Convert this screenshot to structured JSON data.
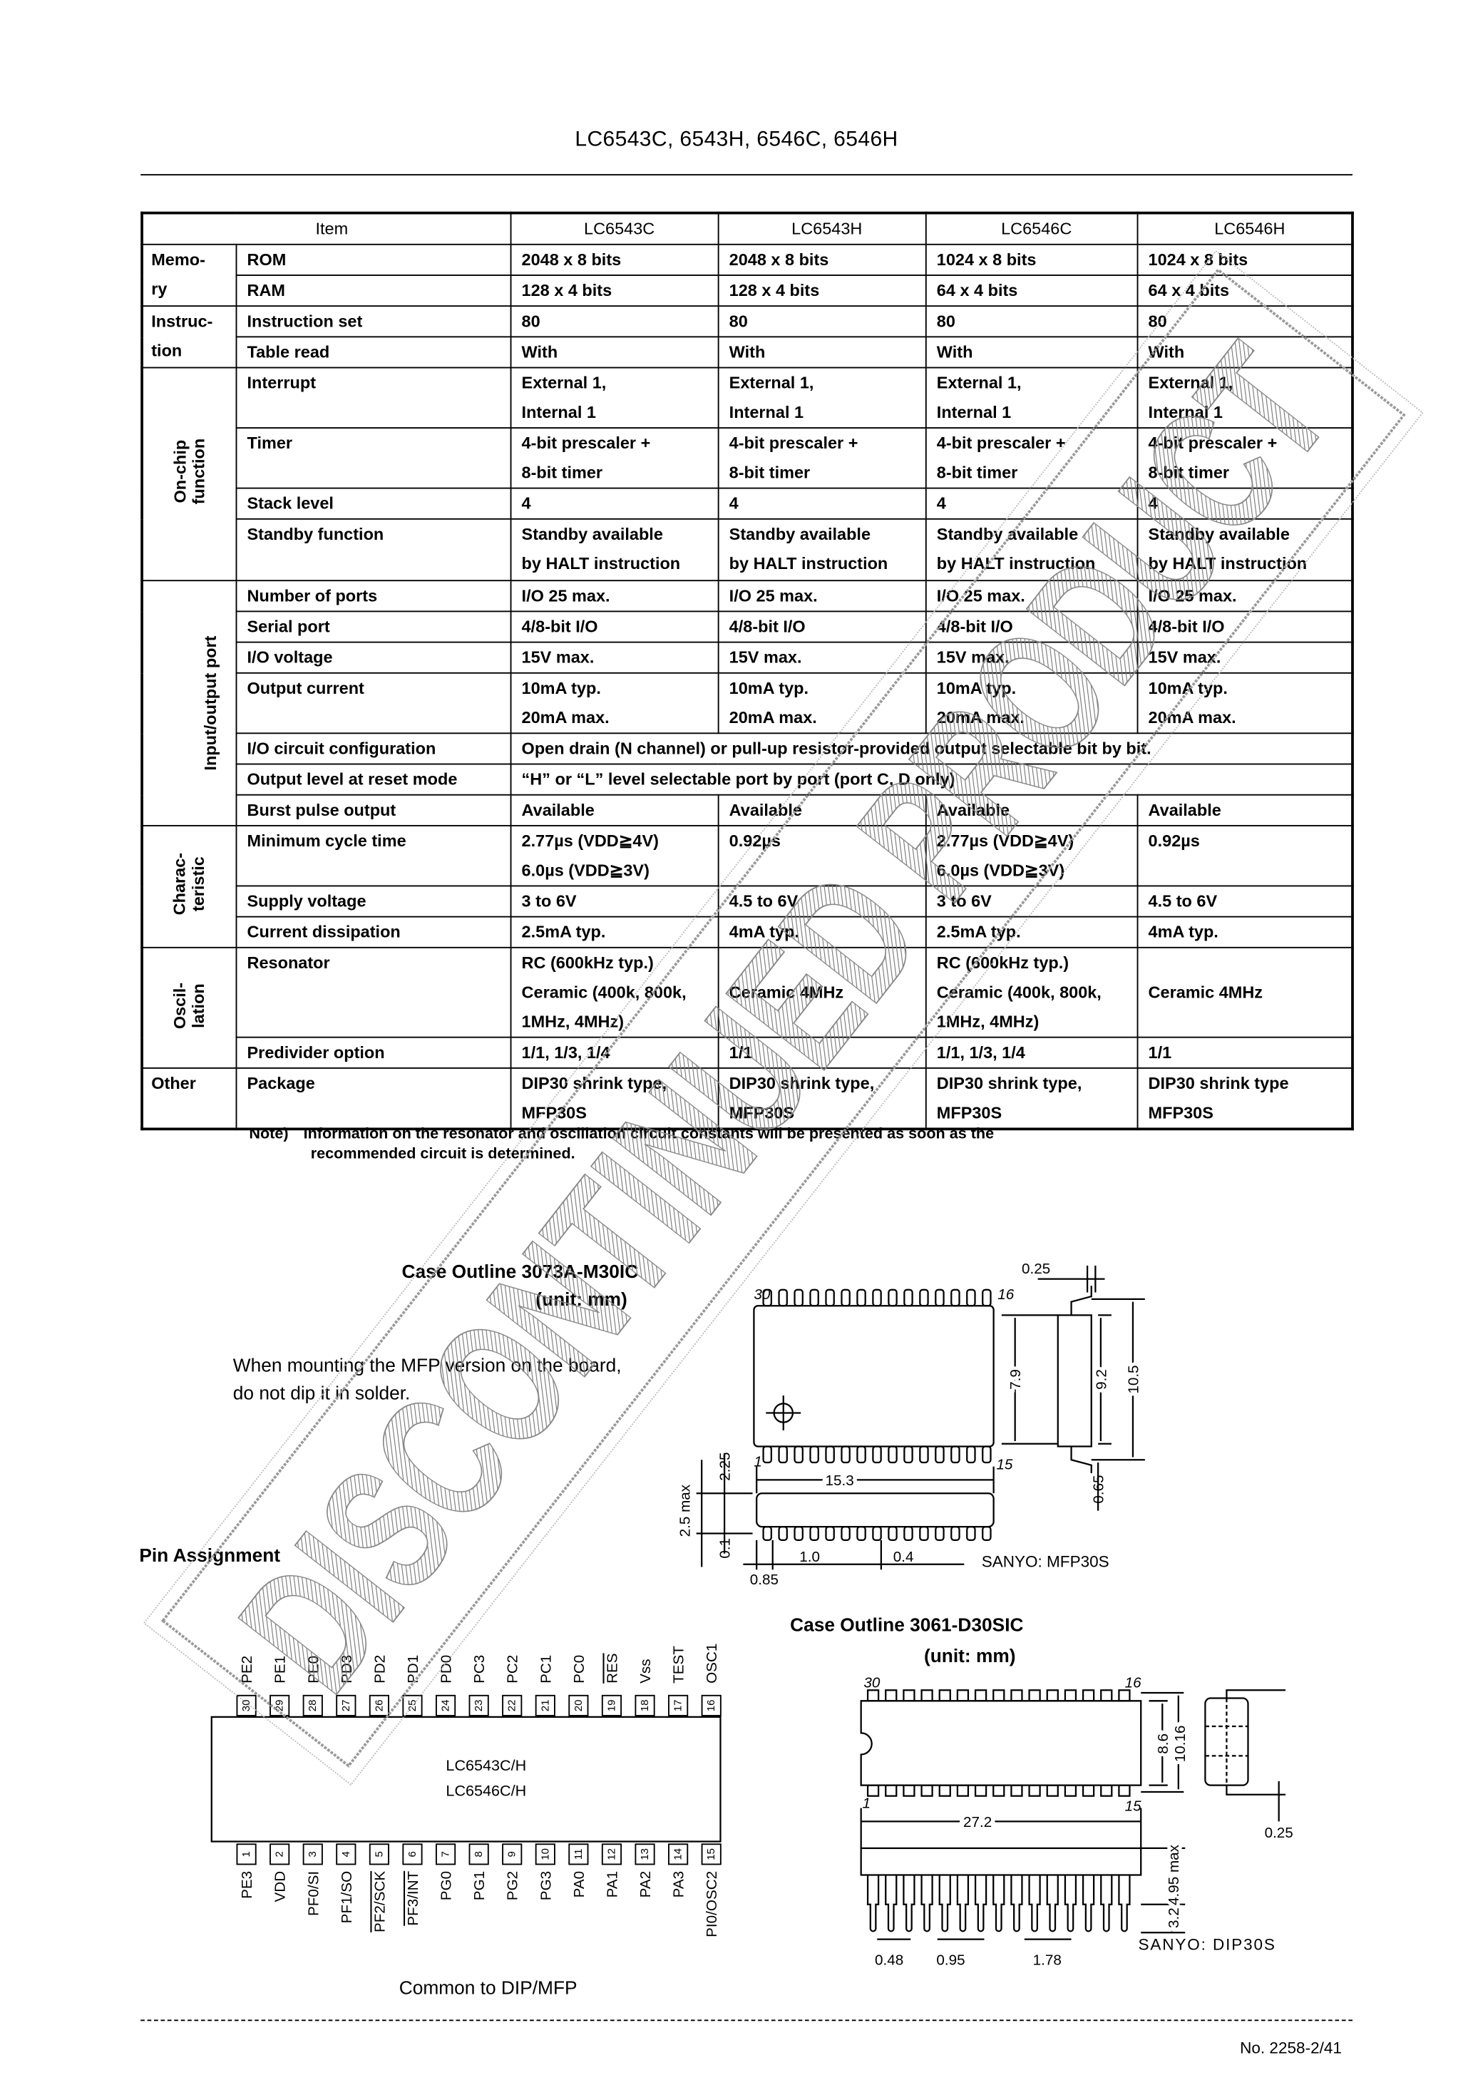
{
  "header": {
    "title": "LC6543C, 6543H, 6546C, 6546H"
  },
  "table": {
    "item_header": "Item",
    "models": [
      "LC6543C",
      "LC6543H",
      "LC6546C",
      "LC6546H"
    ],
    "groups": [
      {
        "label": [
          "Memo-",
          "ry"
        ],
        "orientation": "horizontal",
        "rows": [
          {
            "item": "ROM",
            "values": [
              [
                "2048 x 8 bits"
              ],
              [
                "2048 x 8 bits"
              ],
              [
                "1024 x 8 bits"
              ],
              [
                "1024 x 8 bits"
              ]
            ]
          },
          {
            "item": "RAM",
            "values": [
              [
                "128 x 4 bits"
              ],
              [
                "128 x 4 bits"
              ],
              [
                "64 x 4 bits"
              ],
              [
                "64 x 4 bits"
              ]
            ]
          }
        ]
      },
      {
        "label": [
          "Instruc-",
          "tion"
        ],
        "orientation": "horizontal",
        "rows": [
          {
            "item": "Instruction set",
            "values": [
              [
                "80"
              ],
              [
                "80"
              ],
              [
                "80"
              ],
              [
                "80"
              ]
            ]
          },
          {
            "item": "Table read",
            "values": [
              [
                "With"
              ],
              [
                "With"
              ],
              [
                "With"
              ],
              [
                "With"
              ]
            ]
          }
        ]
      },
      {
        "label": [
          "On-chip",
          "function"
        ],
        "orientation": "vertical",
        "rows": [
          {
            "item": "Interrupt",
            "values": [
              [
                "External 1,",
                "Internal 1"
              ],
              [
                "External 1,",
                "Internal 1"
              ],
              [
                "External 1,",
                "Internal 1"
              ],
              [
                "External 1,",
                "Internal 1"
              ]
            ]
          },
          {
            "item": "Timer",
            "values": [
              [
                "4-bit prescaler +",
                "8-bit timer"
              ],
              [
                "4-bit prescaler +",
                "8-bit timer"
              ],
              [
                "4-bit prescaler +",
                "8-bit timer"
              ],
              [
                "4-bit prescaler +",
                "8-bit timer"
              ]
            ]
          },
          {
            "item": "Stack level",
            "values": [
              [
                "4"
              ],
              [
                "4"
              ],
              [
                "4"
              ],
              [
                "4"
              ]
            ]
          },
          {
            "item": "Standby function",
            "values": [
              [
                "Standby available",
                "by HALT instruction"
              ],
              [
                "Standby available",
                "by HALT instruction"
              ],
              [
                "Standby available",
                "by HALT instruction"
              ],
              [
                "Standby available",
                "by HALT instruction"
              ]
            ]
          }
        ]
      },
      {
        "label": [
          "Input/output port"
        ],
        "orientation": "vertical",
        "rows": [
          {
            "item": "Number of ports",
            "values": [
              [
                "I/O 25 max."
              ],
              [
                "I/O 25 max."
              ],
              [
                "I/O 25 max."
              ],
              [
                "I/O 25 max."
              ]
            ]
          },
          {
            "item": "Serial port",
            "values": [
              [
                "4/8-bit I/O"
              ],
              [
                "4/8-bit I/O"
              ],
              [
                "4/8-bit I/O"
              ],
              [
                "4/8-bit I/O"
              ]
            ]
          },
          {
            "item": "I/O voltage",
            "values": [
              [
                "15V max."
              ],
              [
                "15V max."
              ],
              [
                "15V max."
              ],
              [
                "15V max."
              ]
            ]
          },
          {
            "item": "Output current",
            "values": [
              [
                "10mA typ.",
                "20mA max."
              ],
              [
                "10mA typ.",
                "20mA max."
              ],
              [
                "10mA typ.",
                "20mA max."
              ],
              [
                "10mA typ.",
                "20mA max."
              ]
            ]
          },
          {
            "item": "I/O circuit configuration",
            "span_value": "Open drain (N channel) or pull-up resistor-provided output selectable bit by bit."
          },
          {
            "item": "Output level at reset mode",
            "span_value": "“H” or “L” level selectable port by port (port C, D only)"
          },
          {
            "item": "Burst pulse output",
            "values": [
              [
                "Available"
              ],
              [
                "Available"
              ],
              [
                "Available"
              ],
              [
                "Available"
              ]
            ]
          }
        ]
      },
      {
        "label": [
          "Charac-",
          "teristic"
        ],
        "orientation": "vertical",
        "rows": [
          {
            "item": "Minimum cycle time",
            "values": [
              [
                "2.77µs (VDD≧4V)",
                "6.0µs  (VDD≧3V)"
              ],
              [
                "0.92µs"
              ],
              [
                "2.77µs (VDD≧4V)",
                "6.0µs  (VDD≧3V)"
              ],
              [
                "0.92µs"
              ]
            ]
          },
          {
            "item": "Supply voltage",
            "values": [
              [
                "3 to 6V"
              ],
              [
                "4.5 to 6V"
              ],
              [
                "3 to 6V"
              ],
              [
                "4.5 to 6V"
              ]
            ]
          },
          {
            "item": "Current dissipation",
            "values": [
              [
                "2.5mA typ."
              ],
              [
                "4mA typ."
              ],
              [
                "2.5mA typ."
              ],
              [
                "4mA typ."
              ]
            ]
          }
        ]
      },
      {
        "label": [
          "Oscil-",
          "lation"
        ],
        "orientation": "vertical",
        "rows": [
          {
            "item": "Resonator",
            "values": [
              [
                "RC (600kHz typ.)",
                "Ceramic (400k, 800k,",
                "1MHz, 4MHz)"
              ],
              [
                "Ceramic 4MHz"
              ],
              [
                "RC (600kHz typ.)",
                "Ceramic (400k, 800k,",
                "1MHz, 4MHz)"
              ],
              [
                "Ceramic 4MHz"
              ]
            ]
          },
          {
            "item": "Predivider option",
            "values": [
              [
                "1/1, 1/3, 1/4"
              ],
              [
                "1/1"
              ],
              [
                "1/1, 1/3, 1/4"
              ],
              [
                "1/1"
              ]
            ]
          }
        ]
      },
      {
        "label": [
          "Other"
        ],
        "orientation": "horizontal",
        "rows": [
          {
            "item": "Package",
            "values": [
              [
                "DIP30 shrink type,",
                "MFP30S"
              ],
              [
                "DIP30 shrink type,",
                "MFP30S"
              ],
              [
                "DIP30 shrink type,",
                "MFP30S"
              ],
              [
                "DIP30 shrink type",
                "MFP30S"
              ]
            ]
          }
        ]
      }
    ]
  },
  "note": {
    "prefix": "Note)",
    "line1": "Information on the resonator and oscillation circuit constants will be presented as soon as the",
    "line2": "recommended circuit is determined."
  },
  "mfp": {
    "title": "Case Outline 3073A-M30IC",
    "unit": "(unit: mm)",
    "warning_line1": "When mounting the MFP version on the board,",
    "warning_line2": "do not dip it in solder.",
    "pin_first": "1",
    "pin_15": "15",
    "pin_16": "16",
    "pin_30": "30",
    "dims": {
      "length": "15.3",
      "body_width": "7.9",
      "width_9_2": "9.2",
      "width_10_5": "10.5",
      "lead_0_25": "0.25",
      "lead_0_65": "0.65",
      "height_2_25": "2.25",
      "height_max": "2.5 max",
      "standoff": "0.1",
      "edge": "0.85",
      "pitch": "1.0",
      "lead_width": "0.4"
    },
    "label": "SANYO: MFP30S"
  },
  "dip": {
    "title": "Case Outline 3061-D30SIC",
    "unit": "(unit: mm)",
    "pin_first": "1",
    "pin_15": "15",
    "pin_16": "16",
    "pin_30": "30",
    "dims": {
      "length": "27.2",
      "body_width": "8.6",
      "row_spacing": "10.16",
      "lead_thickness": "0.25",
      "height_max": "4.95 max",
      "lead_length": "3.2",
      "lead_width": "0.48",
      "lead_0_95": "0.95",
      "pitch": "1.78"
    },
    "label": "SANYO: DIP30S"
  },
  "pin_assignment": {
    "title": "Pin Assignment",
    "chip_line1": "LC6543C/H",
    "chip_line2": "LC6546C/H",
    "caption": "Common to DIP/MFP",
    "top_pins": [
      {
        "num": "30",
        "label": "PE2"
      },
      {
        "num": "29",
        "label": "PE1"
      },
      {
        "num": "28",
        "label": "PE0"
      },
      {
        "num": "27",
        "label": "PD3"
      },
      {
        "num": "26",
        "label": "PD2"
      },
      {
        "num": "25",
        "label": "PD1"
      },
      {
        "num": "24",
        "label": "PD0"
      },
      {
        "num": "23",
        "label": "PC3"
      },
      {
        "num": "22",
        "label": "PC2"
      },
      {
        "num": "21",
        "label": "PC1"
      },
      {
        "num": "20",
        "label": "PC0"
      },
      {
        "num": "19",
        "label": "RES",
        "active_low": true
      },
      {
        "num": "18",
        "label": "Vss"
      },
      {
        "num": "17",
        "label": "TEST"
      },
      {
        "num": "16",
        "label": "OSC1"
      }
    ],
    "bottom_pins": [
      {
        "num": "1",
        "label": "PE3"
      },
      {
        "num": "2",
        "label": "VDD"
      },
      {
        "num": "3",
        "label": "PF0/SI"
      },
      {
        "num": "4",
        "label": "PF1/SO"
      },
      {
        "num": "5",
        "label": "PF2/SCK",
        "active_low": true
      },
      {
        "num": "6",
        "label": "PF3/INT",
        "active_low": true
      },
      {
        "num": "7",
        "label": "PG0"
      },
      {
        "num": "8",
        "label": "PG1"
      },
      {
        "num": "9",
        "label": "PG2"
      },
      {
        "num": "10",
        "label": "PG3"
      },
      {
        "num": "11",
        "label": "PA0"
      },
      {
        "num": "12",
        "label": "PA1"
      },
      {
        "num": "13",
        "label": "PA2"
      },
      {
        "num": "14",
        "label": "PA3"
      },
      {
        "num": "15",
        "label": "PI0/OSC2"
      }
    ]
  },
  "watermark": {
    "text": "DISCONTINUED PRODUCT",
    "color": "#777777"
  },
  "footer": {
    "page_number": "No. 2258-2/41"
  }
}
